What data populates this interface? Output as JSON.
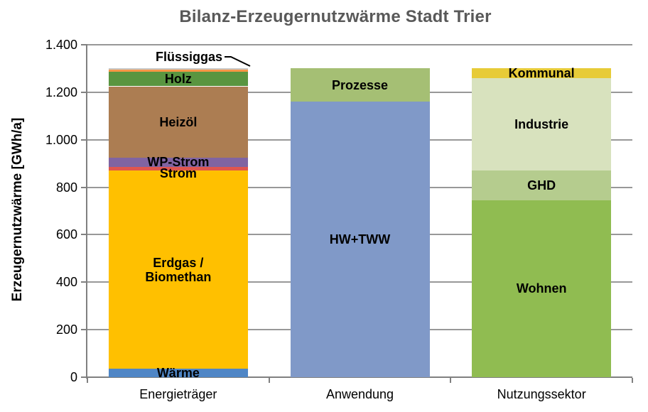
{
  "chart_data": {
    "type": "bar",
    "stacked": true,
    "title": "Bilanz-Erzeugernutzwärme Stadt Trier",
    "ylabel": "Erzeugernutzwärme [GWh/a]",
    "xlabel": "",
    "unit": "GWh/a",
    "ylim": [
      0,
      1400
    ],
    "grid": true,
    "legend": "none (segment labels drawn inside bars)",
    "yticks": [
      {
        "value": 0,
        "label": "0"
      },
      {
        "value": 200,
        "label": "200"
      },
      {
        "value": 400,
        "label": "400"
      },
      {
        "value": 600,
        "label": "600"
      },
      {
        "value": 800,
        "label": "800"
      },
      {
        "value": 1000,
        "label": "1.000"
      },
      {
        "value": 1200,
        "label": "1.200"
      },
      {
        "value": 1400,
        "label": "1.400"
      }
    ],
    "categories": [
      "Energieträger",
      "Anwendung",
      "Nutzungssektor"
    ],
    "total_per_bar": 1300,
    "bars": [
      {
        "category": "Energieträger",
        "segments": [
          {
            "label": "Wärme",
            "value": 35,
            "color": "#4F86C6"
          },
          {
            "label": "Erdgas / Biomethan",
            "label_lines": [
              "Erdgas /",
              "Biomethan"
            ],
            "value": 835,
            "color": "#FFC000"
          },
          {
            "label": "Strom",
            "value": 15,
            "color": "#E0564E",
            "label_dy": 6
          },
          {
            "label": "WP-Strom",
            "value": 40,
            "color": "#8064A2"
          },
          {
            "label": "Heizöl",
            "value": 300,
            "color": "#AC7D52"
          },
          {
            "label": "Holz",
            "value": 60,
            "color": "#599540"
          },
          {
            "label": "Flüssiggas",
            "value": 15,
            "color": "#F79646",
            "label_outside": true,
            "cap_color": "#C9C9C9"
          }
        ]
      },
      {
        "category": "Anwendung",
        "segments": [
          {
            "label": "HW+TWW",
            "value": 1160,
            "color": "#8099C8"
          },
          {
            "label": "Prozesse",
            "value": 140,
            "color": "#A5BF74"
          }
        ]
      },
      {
        "category": "Nutzungssektor",
        "segments": [
          {
            "label": "Wohnen",
            "value": 745,
            "color": "#90BC51"
          },
          {
            "label": "GHD",
            "value": 125,
            "color": "#B5CC8E"
          },
          {
            "label": "Industrie",
            "value": 390,
            "color": "#D8E2BE"
          },
          {
            "label": "Kommunal",
            "value": 40,
            "color": "#E7CB38"
          }
        ]
      }
    ],
    "annotations": [
      {
        "text": "Flüssiggas",
        "points_to": "top segment of Energieträger bar"
      }
    ],
    "colors": {
      "title_text": "#595959",
      "axis_line": "#808080",
      "gridline": "#989898",
      "label_text": "#000000"
    }
  }
}
